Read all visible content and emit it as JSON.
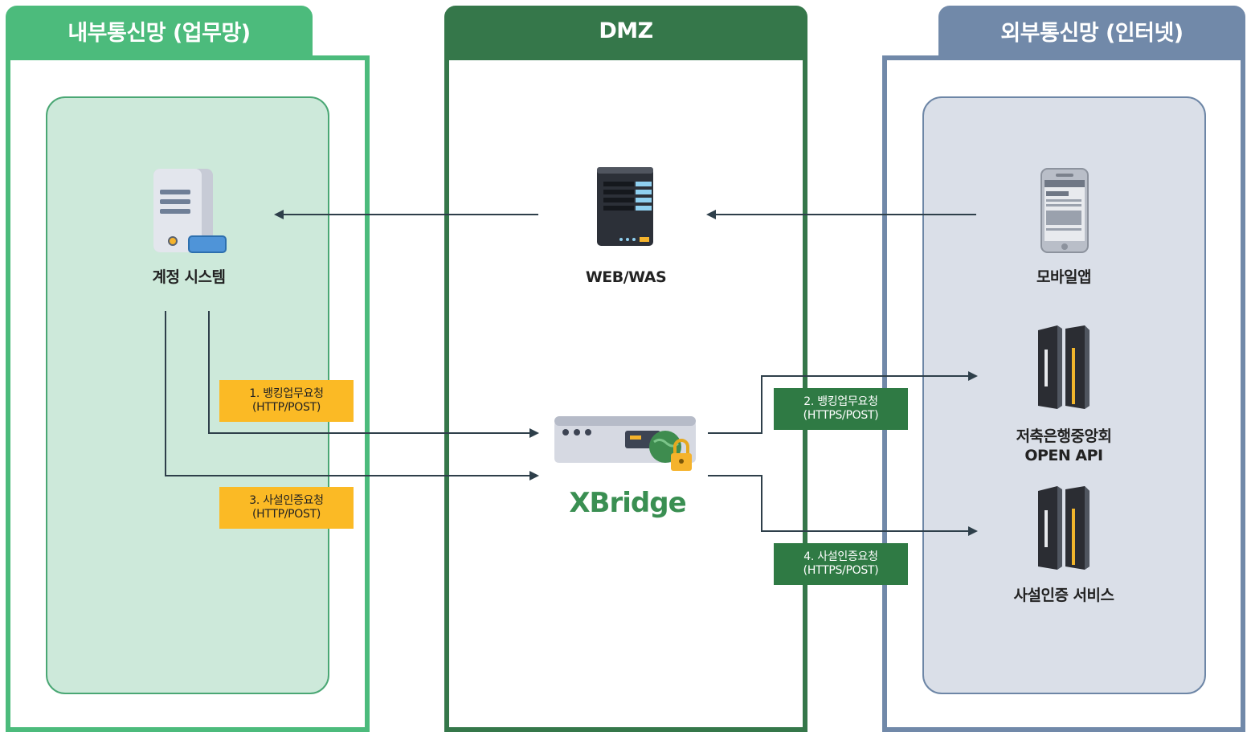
{
  "zones": {
    "internal": {
      "title": "내부통신망 (업무망)",
      "color": "#4cbb7c",
      "panel_fill": "#cde9da",
      "panel_border": "#4aa774"
    },
    "dmz": {
      "title": "DMZ",
      "color": "#35774a"
    },
    "external": {
      "title": "외부통신망 (인터넷)",
      "color": "#7189a9",
      "panel_fill": "#dadfe8",
      "panel_border": "#6d86a6"
    }
  },
  "nodes": {
    "account_system": "계정 시스템",
    "web_was": "WEB/WAS",
    "mobile_app": "모바일앱",
    "kfb_api_line1": "저축은행중앙회",
    "kfb_api_line2": "OPEN API",
    "private_cert": "사설인증 서비스",
    "bridge_logo": "XBridge"
  },
  "callouts": {
    "step1": {
      "line1": "1. 뱅킹업무요청",
      "line2": "(HTTP/POST)"
    },
    "step2": {
      "line1": "2. 뱅킹업무요청",
      "line2": "(HTTPS/POST)"
    },
    "step3": {
      "line1": "3. 사설인증요청",
      "line2": "(HTTP/POST)"
    },
    "step4": {
      "line1": "4. 사설인증요청",
      "line2": "(HTTPS/POST)"
    }
  },
  "colors": {
    "arrow": "#2e3f4a",
    "callout_yellow": "#fbba25",
    "callout_green": "#2f7a44",
    "bridge_logo": "#3a8f52"
  }
}
